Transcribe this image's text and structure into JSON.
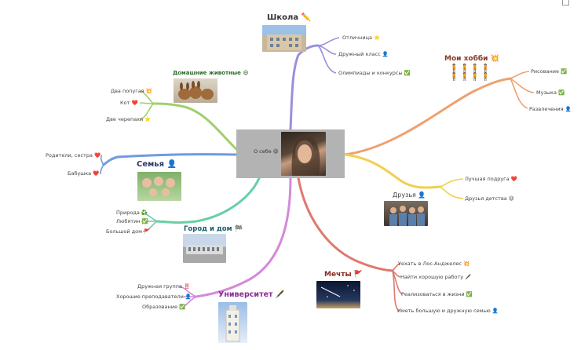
{
  "center": {
    "label": "О себе 😃"
  },
  "school": {
    "title": "Школа ✏️",
    "items": [
      "Отличница ⭐",
      "Дружный класс 👤",
      "Олимпиады и конкурсы ✅"
    ],
    "color": "#9b8fdc"
  },
  "hobbies": {
    "title": "Мои хобби 💥",
    "items": [
      "Рисование ✅",
      "Музыка ✅",
      "Развлечения 👤"
    ],
    "color": "#f0a070"
  },
  "friends": {
    "title": "Друзья 👤",
    "items": [
      "Лучшая подруга ❤️",
      "Друзья детства 😃"
    ],
    "color": "#f2d050"
  },
  "dreams": {
    "title": "Мечты 🚩",
    "items": [
      "Уехать в Лос-Анджелес 💥",
      "Найти хорошую работу 🖋️",
      "Реализоваться в жизни ✅",
      "Иметь большую и дружную семью 👤"
    ],
    "color": "#e0786e"
  },
  "university": {
    "title": "Университет 🖋️",
    "items": [
      "Дружная группа ‼️",
      "Хорошие преподаватели 👤",
      "Образование ✅"
    ],
    "color": "#d48ad8"
  },
  "city": {
    "title": "Город и дом 🏁",
    "items": [
      "Природа ♻️",
      "Любятин ✅",
      "Большой дом 🚩"
    ],
    "color": "#68cfa6"
  },
  "family": {
    "title": "Семья 👤",
    "items": [
      "Родители, сестра ❤️",
      "Бабушка ❤️"
    ],
    "color": "#6f9be0"
  },
  "pets": {
    "title": "Домашние животные 😃",
    "items": [
      "Два попугая 💥",
      "Кот ❤️",
      "Две черепахи ⭐"
    ],
    "color": "#9fd06a"
  }
}
